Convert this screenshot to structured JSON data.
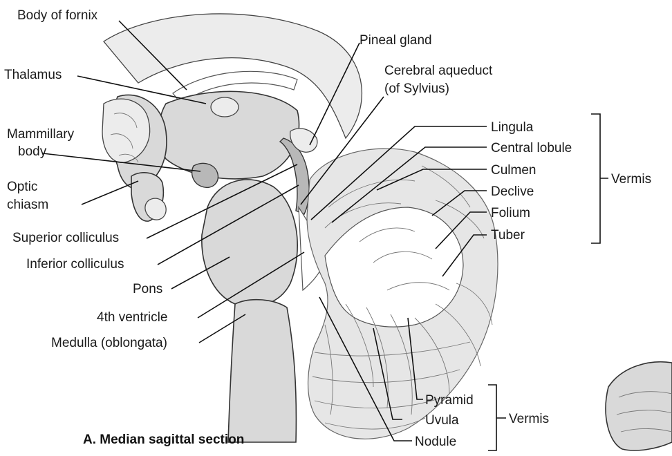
{
  "caption": "A. Median sagittal section",
  "labels": {
    "body_of_fornix": "Body of fornix",
    "thalamus": "Thalamus",
    "mammillary_1": "Mammillary",
    "mammillary_2": "body",
    "optic_1": "Optic",
    "optic_2": "chiasm",
    "superior_colliculus": "Superior colliculus",
    "inferior_colliculus": "Inferior colliculus",
    "pons": "Pons",
    "fourth_ventricle": "4th ventricle",
    "medulla": "Medulla (oblongata)",
    "pineal_gland": "Pineal gland",
    "aqueduct_1": "Cerebral aqueduct",
    "aqueduct_2": "(of Sylvius)",
    "lingula": "Lingula",
    "central_lobule": "Central lobule",
    "culmen": "Culmen",
    "declive": "Declive",
    "folium": "Folium",
    "tuber": "Tuber",
    "pyramid": "Pyramid",
    "uvula": "Uvula",
    "nodule": "Nodule",
    "vermis_upper": "Vermis",
    "vermis_lower": "Vermis"
  }
}
